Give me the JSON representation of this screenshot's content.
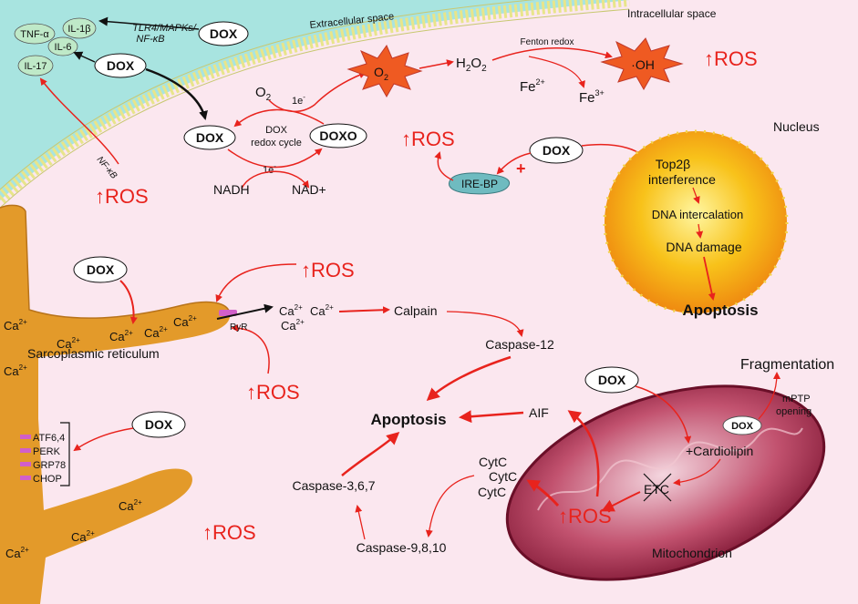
{
  "regions": {
    "extracellular": "Extracellular space",
    "intracellular": "Intracellular space",
    "nucleus": "Nucleus",
    "sr": "Sarcoplasmic reticulum",
    "mito": "Mitochondrion"
  },
  "cytokines": {
    "tnf": "TNF-α",
    "il1b": "IL-1β",
    "il6": "IL-6",
    "il17": "IL-17"
  },
  "labels": {
    "dox": "DOX",
    "doxo": "DOXO",
    "tlr": "TLR4/MAPKs/",
    "nfkb_top": "NF-κB",
    "nfkb": "NF-κB",
    "o2": "O",
    "o2_sub": "2",
    "e1": "1e",
    "e_sup": "-",
    "superoxide": "O",
    "superoxide_sub": "2",
    "h2o2": "H",
    "h2o2_sub": "2",
    "h2o2_end": "O",
    "h2o2_sub2": "2",
    "fenton": "Fenton redox",
    "fe2": "Fe",
    "fe2_sup": "2+",
    "fe3": "Fe",
    "fe3_sup": "3+",
    "oh": "·OH",
    "redox1": "DOX",
    "redox2": "redox cycle",
    "nadh": "NADH",
    "nad": "NAD+",
    "irebp": "IRE-BP",
    "plus": "+",
    "ros": "↑ROS",
    "top2b1": "Top2β",
    "top2b2": "interference",
    "dna_int": "DNA intercalation",
    "dna_dmg": "DNA damage",
    "apoptosis": "Apoptosis",
    "ca": "Ca",
    "ca_sup": "2+",
    "ryr": "RyR",
    "calpain": "Calpain",
    "casp12": "Caspase-12",
    "aif": "AIF",
    "casp367": "Caspase-3,6,7",
    "casp9810": "Caspase-9,8,10",
    "cytc": "CytC",
    "etc": "ETC",
    "cardiolipin": "+Cardiolipin",
    "fragmentation": "Fragmentation",
    "mptp1": "mPTP",
    "mptp2": "opening"
  },
  "er_stress": [
    "ATF6,4",
    "PERK",
    "GRP78",
    "CHOP"
  ],
  "colors": {
    "red": "#e8231d",
    "sr": "#e39a2a",
    "extracellular": "#a8e4e0",
    "mito": "#8e1b3a"
  }
}
